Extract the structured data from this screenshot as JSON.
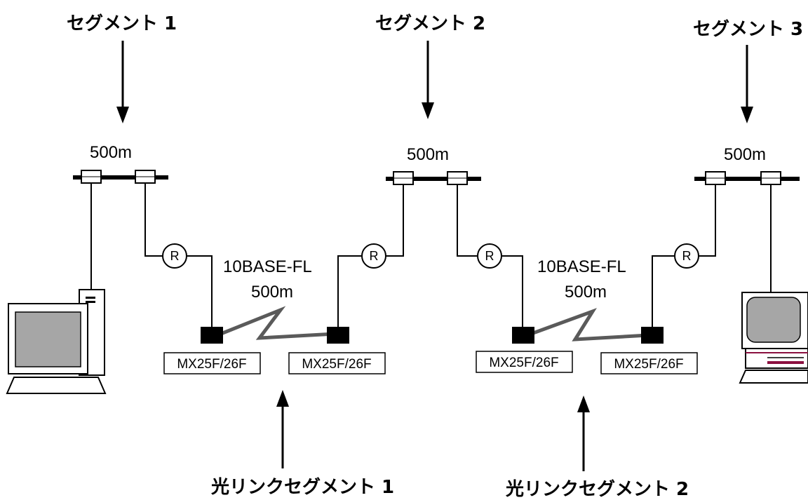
{
  "segments": {
    "seg1": "セグメント 1",
    "seg2": "セグメント 2",
    "seg3": "セグメント 3"
  },
  "distances": {
    "bus1": "500m",
    "bus2": "500m",
    "bus3": "500m"
  },
  "fiber_links": {
    "link1_type": "10BASE-FL",
    "link1_length": "500m",
    "link2_type": "10BASE-FL",
    "link2_length": "500m"
  },
  "repeater_label": "R",
  "devices": {
    "dev1": "MX25F/26F",
    "dev2": "MX25F/26F",
    "dev3": "MX25F/26F",
    "dev4": "MX25F/26F"
  },
  "optical_segments": {
    "opt1": "光リンクセグメント 1",
    "opt2": "光リンクセグメント 2"
  },
  "colors": {
    "line": "#000000",
    "fiber": "#5a5a5a",
    "screen": "#a6a6a6",
    "terminal_accent": "#8b1040"
  },
  "icons": {
    "left_computer": "desktop-computer-icon",
    "right_computer": "terminal-computer-icon"
  }
}
